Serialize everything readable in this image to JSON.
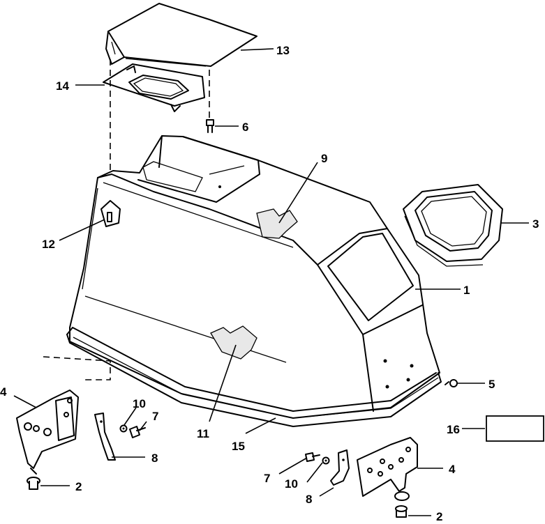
{
  "callouts": {
    "c1": "1",
    "c2a": "2",
    "c2b": "2",
    "c3": "3",
    "c4a": "4",
    "c4b": "4",
    "c5": "5",
    "c6": "6",
    "c7a": "7",
    "c7b": "7",
    "c8a": "8",
    "c8b": "8",
    "c9": "9",
    "c10a": "10",
    "c10b": "10",
    "c11": "11",
    "c12": "12",
    "c13": "13",
    "c14": "14",
    "c15": "15",
    "c16": "16"
  }
}
